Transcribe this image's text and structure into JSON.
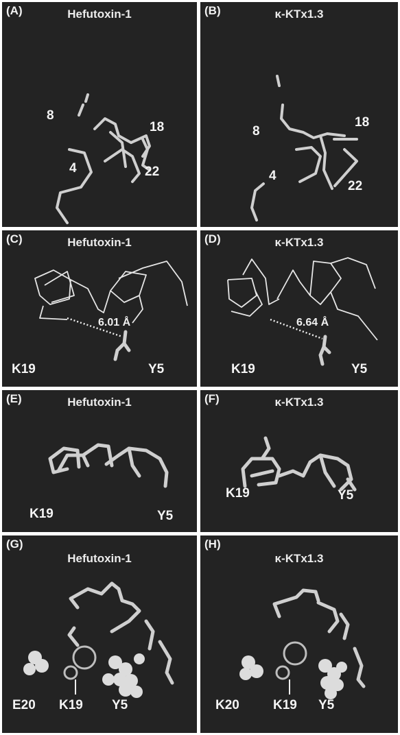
{
  "panels": {
    "A": {
      "tag": "(A)",
      "title": "Hefutoxin-1",
      "labels": {
        "n8": "8",
        "n18": "18",
        "n4": "4",
        "n22": "22"
      }
    },
    "B": {
      "tag": "(B)",
      "title": "κ-KTx1.3",
      "labels": {
        "n8": "8",
        "n18": "18",
        "n4": "4",
        "n22": "22"
      }
    },
    "C": {
      "tag": "(C)",
      "title": "Hefutoxin-1",
      "distance": "6.01 Å",
      "labels": {
        "k19": "K19",
        "y5": "Y5"
      }
    },
    "D": {
      "tag": "(D)",
      "title": "κ-KTx1.3",
      "distance": "6.64 Å",
      "labels": {
        "k19": "K19",
        "y5": "Y5"
      }
    },
    "E": {
      "tag": "(E)",
      "title": "Hefutoxin-1",
      "labels": {
        "k19": "K19",
        "y5": "Y5"
      }
    },
    "F": {
      "tag": "(F)",
      "title": "κ-KTx1.3",
      "labels": {
        "k19": "K19",
        "y5": "Y5"
      }
    },
    "G": {
      "tag": "(G)",
      "title": "Hefutoxin-1",
      "labels": {
        "e20": "E20",
        "k19": "K19",
        "y5": "Y5"
      }
    },
    "H": {
      "tag": "(H)",
      "title": "κ-KTx1.3",
      "labels": {
        "k20": "K20",
        "k19": "K19",
        "y5": "Y5"
      }
    }
  }
}
